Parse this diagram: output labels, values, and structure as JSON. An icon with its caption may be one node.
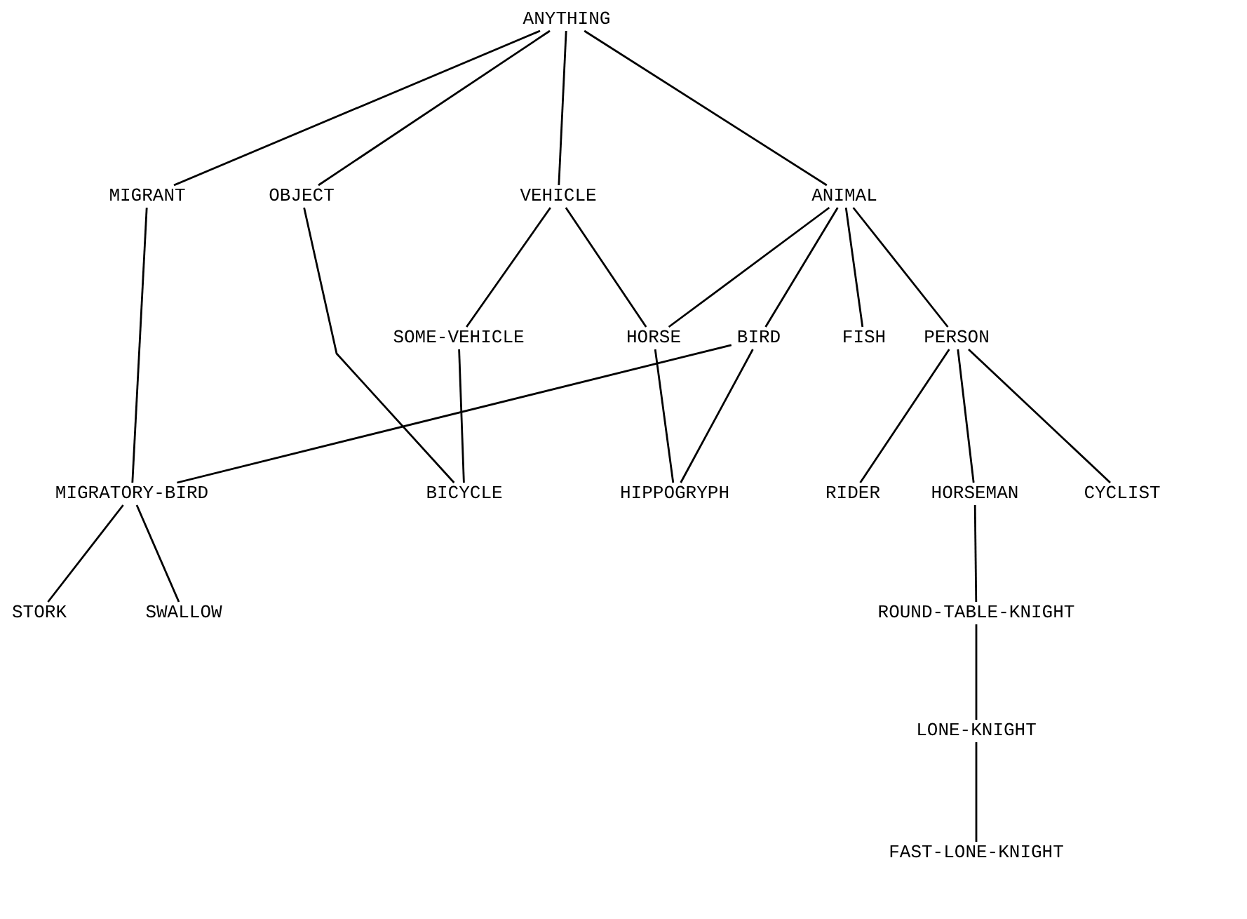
{
  "diagram": {
    "nodes": [
      {
        "text": [
          "ANYTHING"
        ]
      },
      {
        "text": [
          "MIGRANT"
        ]
      },
      {
        "text": [
          "OBJECT"
        ]
      },
      {
        "text": [
          "VEHICLE"
        ]
      },
      {
        "text": [
          "ANIMAL"
        ]
      },
      {
        "text": [
          "SOME-VEHICLE"
        ]
      },
      {
        "text": [
          "HORSE"
        ]
      },
      {
        "text": [
          "BIRD"
        ]
      },
      {
        "text": [
          "FISH"
        ]
      },
      {
        "text": [
          "PERSON"
        ]
      },
      {
        "text": [
          "MIGRATORY-BIRD"
        ]
      },
      {
        "text": [
          "BICYCLE"
        ]
      },
      {
        "text": [
          "HIPPOGRYPH"
        ]
      },
      {
        "text": [
          "RIDER"
        ]
      },
      {
        "text": [
          "HORSEMAN"
        ]
      },
      {
        "text": [
          "CYCLIST"
        ]
      },
      {
        "text": [
          "STORK"
        ]
      },
      {
        "text": [
          "SWALLOW"
        ]
      },
      {
        "text": [
          "ROUND-TABLE-KNIGHT"
        ]
      },
      {
        "text": [
          "LONE-KNIGHT"
        ]
      },
      {
        "text": [
          "FAST-LONE-KNIGHT"
        ]
      }
    ],
    "edges": [
      {
        "from": 0,
        "to": 1,
        "arrow": "none"
      },
      {
        "from": 0,
        "to": 2,
        "arrow": "none"
      },
      {
        "from": 0,
        "to": 3,
        "arrow": "none"
      },
      {
        "from": 0,
        "to": 4,
        "arrow": "none"
      },
      {
        "from": 1,
        "to": 10,
        "arrow": "none"
      },
      {
        "from": 2,
        "to": 11,
        "arrow": "none"
      },
      {
        "from": 3,
        "to": 5,
        "arrow": "none"
      },
      {
        "from": 3,
        "to": 6,
        "arrow": "none"
      },
      {
        "from": 4,
        "to": 6,
        "arrow": "none"
      },
      {
        "from": 4,
        "to": 7,
        "arrow": "none"
      },
      {
        "from": 4,
        "to": 8,
        "arrow": "none"
      },
      {
        "from": 4,
        "to": 9,
        "arrow": "none"
      },
      {
        "from": 5,
        "to": 11,
        "arrow": "none"
      },
      {
        "from": 6,
        "to": 12,
        "arrow": "none"
      },
      {
        "from": 7,
        "to": 12,
        "arrow": "none"
      },
      {
        "from": 7,
        "to": 10,
        "arrow": "none"
      },
      {
        "from": 9,
        "to": 13,
        "arrow": "none"
      },
      {
        "from": 9,
        "to": 14,
        "arrow": "none"
      },
      {
        "from": 9,
        "to": 15,
        "arrow": "none"
      },
      {
        "from": 10,
        "to": 16,
        "arrow": "none"
      },
      {
        "from": 10,
        "to": 17,
        "arrow": "none"
      },
      {
        "from": 14,
        "to": 18,
        "arrow": "none"
      },
      {
        "from": 18,
        "to": 19,
        "arrow": "none"
      },
      {
        "from": 19,
        "to": 20,
        "arrow": "none"
      }
    ]
  }
}
